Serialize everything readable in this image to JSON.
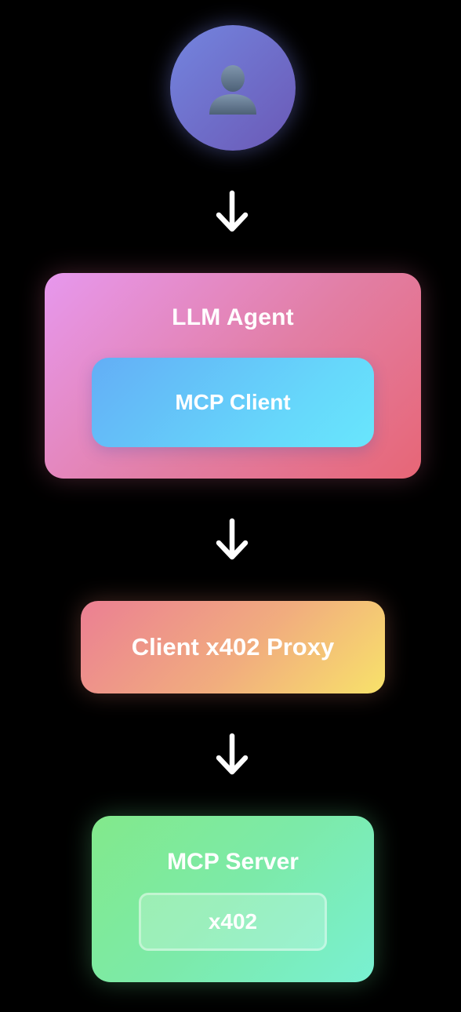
{
  "diagram": {
    "user": {
      "icon": "user-silhouette-icon"
    },
    "llm_agent": {
      "title": "LLM Agent",
      "mcp_client": {
        "label": "MCP Client"
      }
    },
    "client_proxy": {
      "label": "Client x402 Proxy"
    },
    "mcp_server": {
      "title": "MCP Server",
      "badge": {
        "label": "x402"
      }
    },
    "arrow_icon": "arrow-down-icon"
  },
  "colors": {
    "background": "#000000",
    "user_circle": [
      "#7385df",
      "#6b59b6"
    ],
    "llm_agent": [
      "#e798ee",
      "#e27ea4",
      "#e76676"
    ],
    "mcp_client": [
      "#63aef6",
      "#66d8fb",
      "#68e6fc"
    ],
    "client_proxy": [
      "#eb7f93",
      "#f1ad7e",
      "#f8e26a"
    ],
    "mcp_server": [
      "#82e98b",
      "#7ceaa9",
      "#79f0d2"
    ],
    "text": "#ffffff"
  }
}
